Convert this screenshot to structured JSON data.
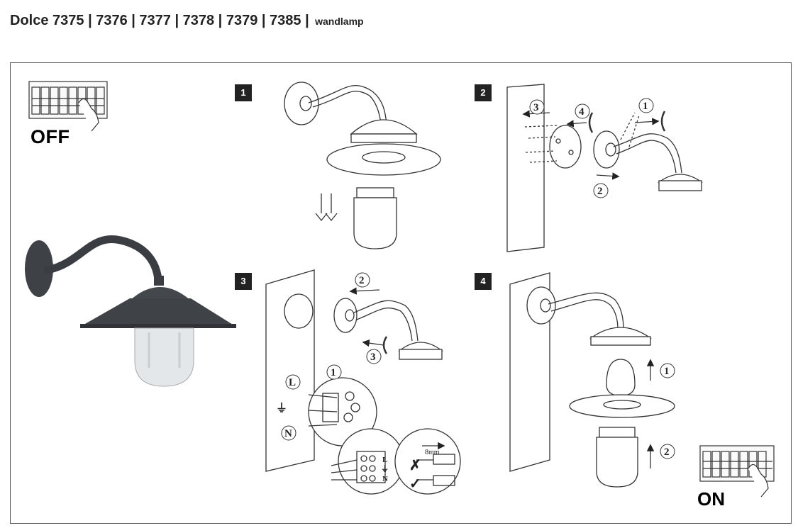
{
  "header": {
    "title": "Dolce 7375 | 7376 | 7377 | 7378 | 7379 | 7385 |",
    "subtitle": "wandlamp"
  },
  "panels": {
    "off_label": "OFF",
    "on_label": "ON"
  },
  "steps": [
    "1",
    "2",
    "3",
    "4"
  ],
  "callouts": {
    "s2": [
      "3",
      "4",
      "1",
      "2"
    ],
    "s3": [
      "2",
      "3",
      "1"
    ],
    "s4": [
      "1",
      "2"
    ]
  },
  "wiring": {
    "live": "L",
    "neutral": "N",
    "earth_symbol": "⏚",
    "strip_length": "8mm",
    "wrong": "✗",
    "right": "✓"
  }
}
